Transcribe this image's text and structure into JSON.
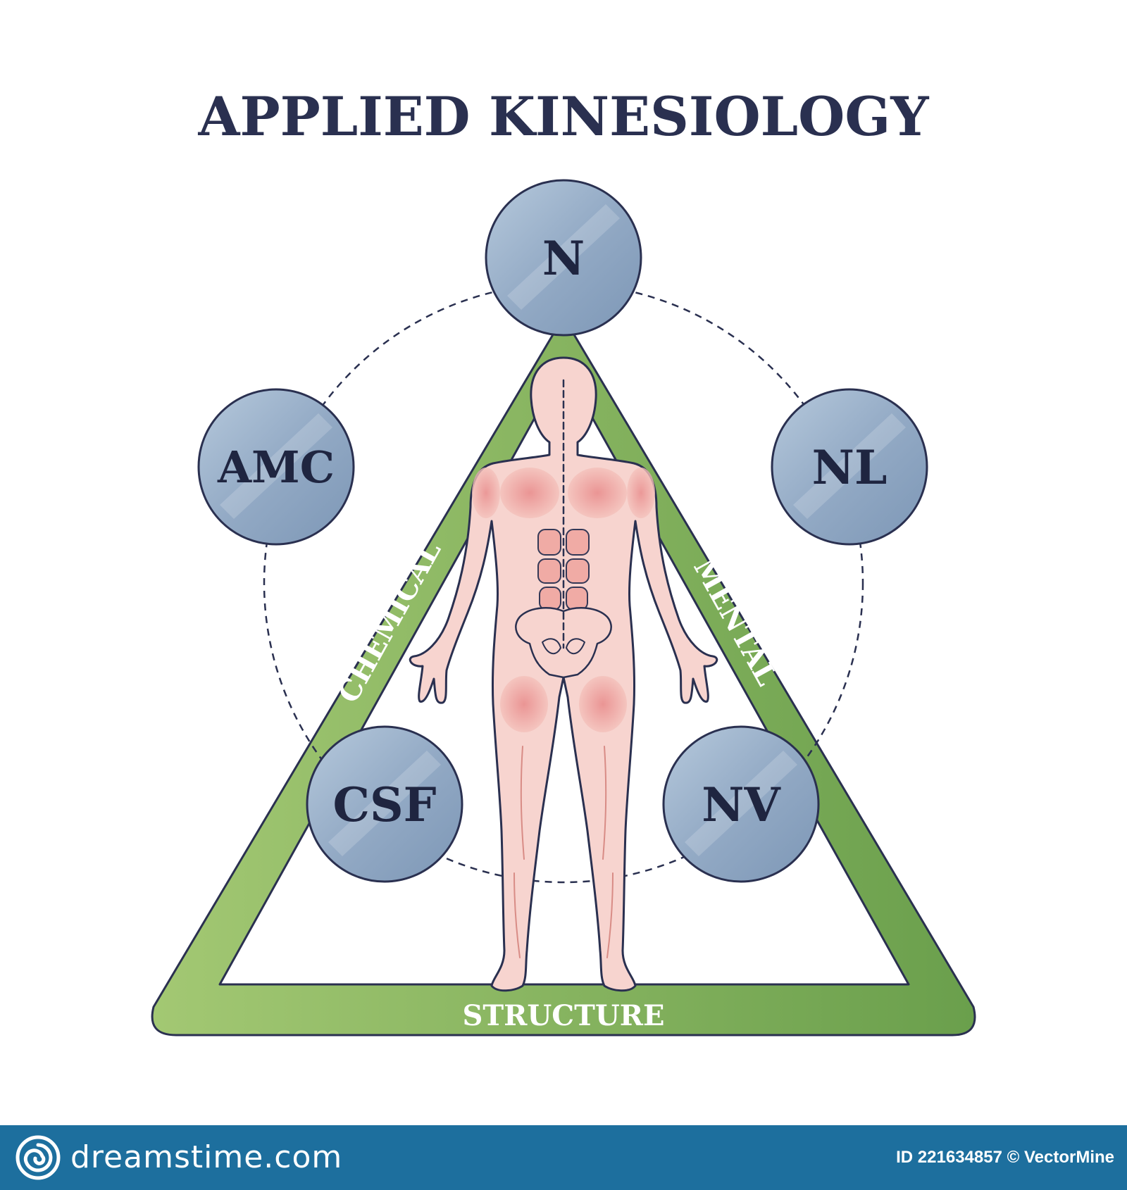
{
  "title": "APPLIED KINESIOLOGY",
  "triangle": {
    "sides": {
      "left": "CHEMICAL",
      "right": "MENTAL",
      "bottom": "STRUCTURE"
    }
  },
  "nodes": [
    {
      "id": "top",
      "label": "N"
    },
    {
      "id": "right",
      "label": "NL"
    },
    {
      "id": "bottom-right",
      "label": "NV"
    },
    {
      "id": "bottom-left",
      "label": "CSF"
    },
    {
      "id": "left",
      "label": "AMC"
    }
  ],
  "footer": {
    "site": "dreamstime.com",
    "credit": "ID 221634857 © VectorMine"
  },
  "colors": {
    "triangle_green": "#7cae55",
    "node_blue": "#8fa9c6",
    "outline": "#2a3050",
    "footer_blue": "#1d6f9e"
  }
}
